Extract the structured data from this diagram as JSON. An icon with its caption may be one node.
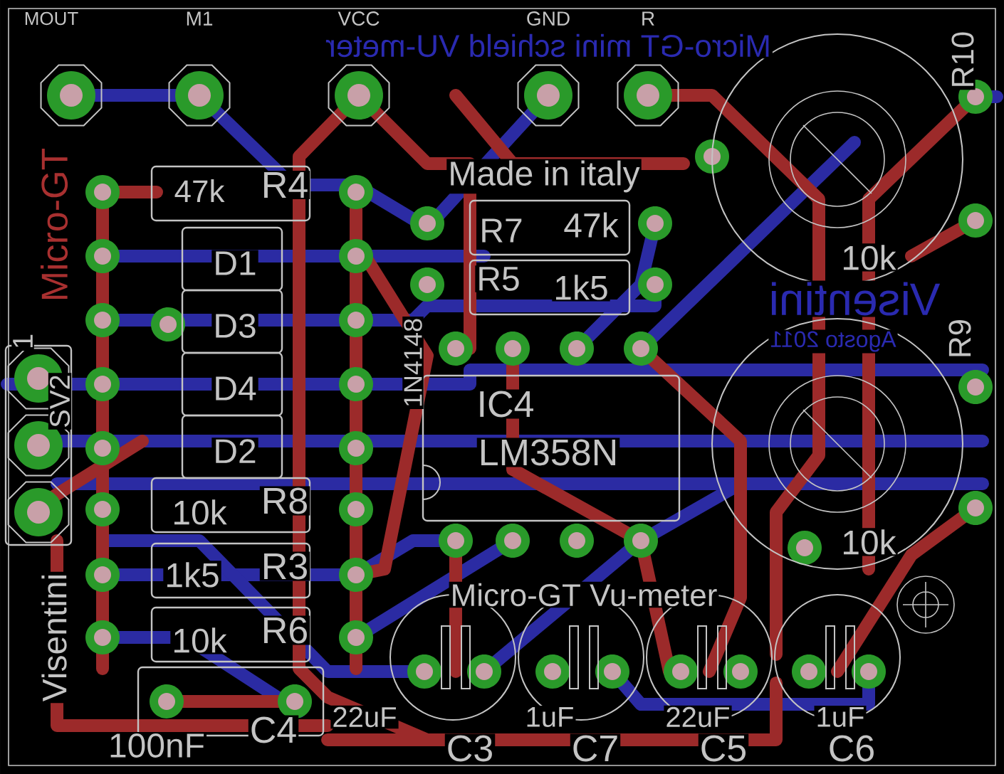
{
  "diagram": {
    "nodes": [
      {
        "text": [
          "47k",
          "R4"
        ]
      },
      {
        "text": [
          "R7",
          "47k"
        ]
      },
      {
        "text": [
          "R5",
          "1k5"
        ]
      },
      {
        "text": [
          "D1"
        ]
      },
      {
        "text": [
          "D3"
        ]
      },
      {
        "text": [
          "D4"
        ]
      },
      {
        "text": [
          "D2"
        ]
      },
      {
        "text": [
          "IC4",
          "LM358N"
        ]
      },
      {
        "text": [
          "10k",
          "R8"
        ]
      },
      {
        "text": [
          "1k5",
          "R3"
        ]
      },
      {
        "text": [
          "10k",
          "R6"
        ]
      },
      {
        "text": [
          "100nF",
          "C4"
        ]
      },
      {
        "text": [
          "22uF",
          "C3"
        ]
      },
      {
        "text": [
          "1uF",
          "C7"
        ]
      },
      {
        "text": [
          "22uF",
          "C5"
        ]
      },
      {
        "text": [
          "1uF",
          "C6"
        ]
      },
      {
        "text": [
          "R10",
          "10k"
        ]
      },
      {
        "text": [
          "R9",
          "10k"
        ]
      },
      {
        "text": [
          "SV2",
          "1"
        ]
      }
    ],
    "labels": [
      "MOUT",
      "M1",
      "VCC",
      "GND",
      "R",
      "Micro-GT mini schield VU-meter",
      "Made in italy",
      "Micro-GT",
      "Visentini",
      "Agosto 2011",
      "1N4148",
      "Micro-GT Vu-meter",
      "Visentini"
    ]
  }
}
